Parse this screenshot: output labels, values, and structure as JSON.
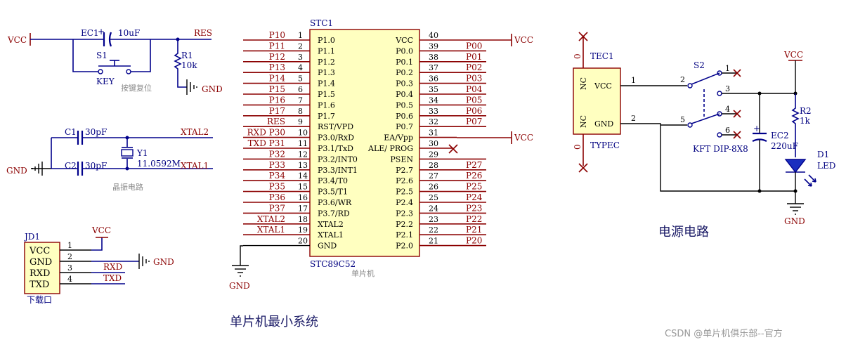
{
  "mcu": {
    "designator": "STC1",
    "part": "STC89C52",
    "caption": "单片机",
    "left_pins": [
      {
        "num": "1",
        "name": "P1.0",
        "net": "P10"
      },
      {
        "num": "2",
        "name": "P1.1",
        "net": "P11"
      },
      {
        "num": "3",
        "name": "P1.2",
        "net": "P12"
      },
      {
        "num": "4",
        "name": "P1.3",
        "net": "P13"
      },
      {
        "num": "5",
        "name": "P1.4",
        "net": "P14"
      },
      {
        "num": "6",
        "name": "P1.5",
        "net": "P15"
      },
      {
        "num": "7",
        "name": "P1.6",
        "net": "P16"
      },
      {
        "num": "8",
        "name": "P1.7",
        "net": "P17"
      },
      {
        "num": "9",
        "name": "RST/VPD",
        "net": "RES"
      },
      {
        "num": "10",
        "name": "P3.0/RxD",
        "net": "RXD P30"
      },
      {
        "num": "11",
        "name": "P3.1/TxD",
        "net": "TXD P31"
      },
      {
        "num": "12",
        "name": "P3.2/INT0",
        "net": "P32"
      },
      {
        "num": "13",
        "name": "P3.3/INT1",
        "net": "P33"
      },
      {
        "num": "14",
        "name": "P3.4/T0",
        "net": "P34"
      },
      {
        "num": "15",
        "name": "P3.5/T1",
        "net": "P35"
      },
      {
        "num": "16",
        "name": "P3.6/WR",
        "net": "P36"
      },
      {
        "num": "17",
        "name": "P3.7/RD",
        "net": "P37"
      },
      {
        "num": "18",
        "name": "XTAL2",
        "net": "XTAL2"
      },
      {
        "num": "19",
        "name": "XTAL1",
        "net": "XTAL1"
      },
      {
        "num": "20",
        "name": "GND",
        "net": ""
      }
    ],
    "right_pins": [
      {
        "num": "40",
        "name": "VCC",
        "net": ""
      },
      {
        "num": "39",
        "name": "P0.0",
        "net": "P00"
      },
      {
        "num": "38",
        "name": "P0.1",
        "net": "P01"
      },
      {
        "num": "37",
        "name": "P0.2",
        "net": "P02"
      },
      {
        "num": "36",
        "name": "P0.3",
        "net": "P03"
      },
      {
        "num": "35",
        "name": "P0.4",
        "net": "P04"
      },
      {
        "num": "34",
        "name": "P0.5",
        "net": "P05"
      },
      {
        "num": "33",
        "name": "P0.6",
        "net": "P06"
      },
      {
        "num": "32",
        "name": "P0.7",
        "net": "P07"
      },
      {
        "num": "31",
        "name": "EA/Vpp",
        "net": ""
      },
      {
        "num": "30",
        "name": "ALE/ PROG",
        "net": ""
      },
      {
        "num": "29",
        "name": "PSEN",
        "net": ""
      },
      {
        "num": "28",
        "name": "P2.7",
        "net": "P27"
      },
      {
        "num": "27",
        "name": "P2.6",
        "net": "P26"
      },
      {
        "num": "26",
        "name": "P2.5",
        "net": "P25"
      },
      {
        "num": "25",
        "name": "P2.4",
        "net": "P24"
      },
      {
        "num": "24",
        "name": "P2.3",
        "net": "P23"
      },
      {
        "num": "23",
        "name": "P2.2",
        "net": "P22"
      },
      {
        "num": "22",
        "name": "P2.1",
        "net": "P21"
      },
      {
        "num": "21",
        "name": "P2.0",
        "net": "P20"
      }
    ],
    "vcc_label": "VCC",
    "ea_vcc_label": "VCC",
    "gnd_label": "GND"
  },
  "reset": {
    "vcc": "VCC",
    "cap": "EC1",
    "cap_value": "10uF",
    "switch": "S1",
    "switch_name": "KEY",
    "res": "R1",
    "res_value": "10k",
    "net": "RES",
    "gnd": "GND",
    "caption": "按键复位"
  },
  "crystal": {
    "c1": "C1",
    "c1_value": "30pF",
    "c2": "C2",
    "c2_value": "30pF",
    "xtal": "Y1",
    "xtal_value": "11.0592M",
    "net_xtal2": "XTAL2",
    "net_xtal1": "XTAL1",
    "gnd": "GND",
    "caption": "晶振电路"
  },
  "download": {
    "designator": "JD1",
    "pins": [
      {
        "num": "1",
        "name": "VCC"
      },
      {
        "num": "2",
        "name": "GND"
      },
      {
        "num": "3",
        "name": "RXD"
      },
      {
        "num": "4",
        "name": "TXD"
      }
    ],
    "vcc": "VCC",
    "gnd": "GND",
    "net_rxd": "RXD",
    "net_txd": "TXD",
    "caption": "下载口"
  },
  "power": {
    "connector": "TEC1",
    "connector_type": "TYPEC",
    "conn_pin_vcc": "VCC",
    "conn_pin_gnd": "GND",
    "nc": "NC",
    "zero": "0",
    "wire1": "1",
    "wire2": "2",
    "switch": "S2",
    "switch_part": "KFT DIP-8X8",
    "sw_pins": [
      "1",
      "2",
      "3",
      "4",
      "5",
      "6"
    ],
    "cap": "EC2",
    "cap_value": "220uF",
    "res": "R2",
    "res_value": "1k",
    "led": "D1",
    "led_name": "LED",
    "vcc": "VCC",
    "gnd": "GND",
    "title": "电源电路"
  },
  "title": "单片机最小系统",
  "watermark": "CSDN @单片机俱乐部--官方"
}
